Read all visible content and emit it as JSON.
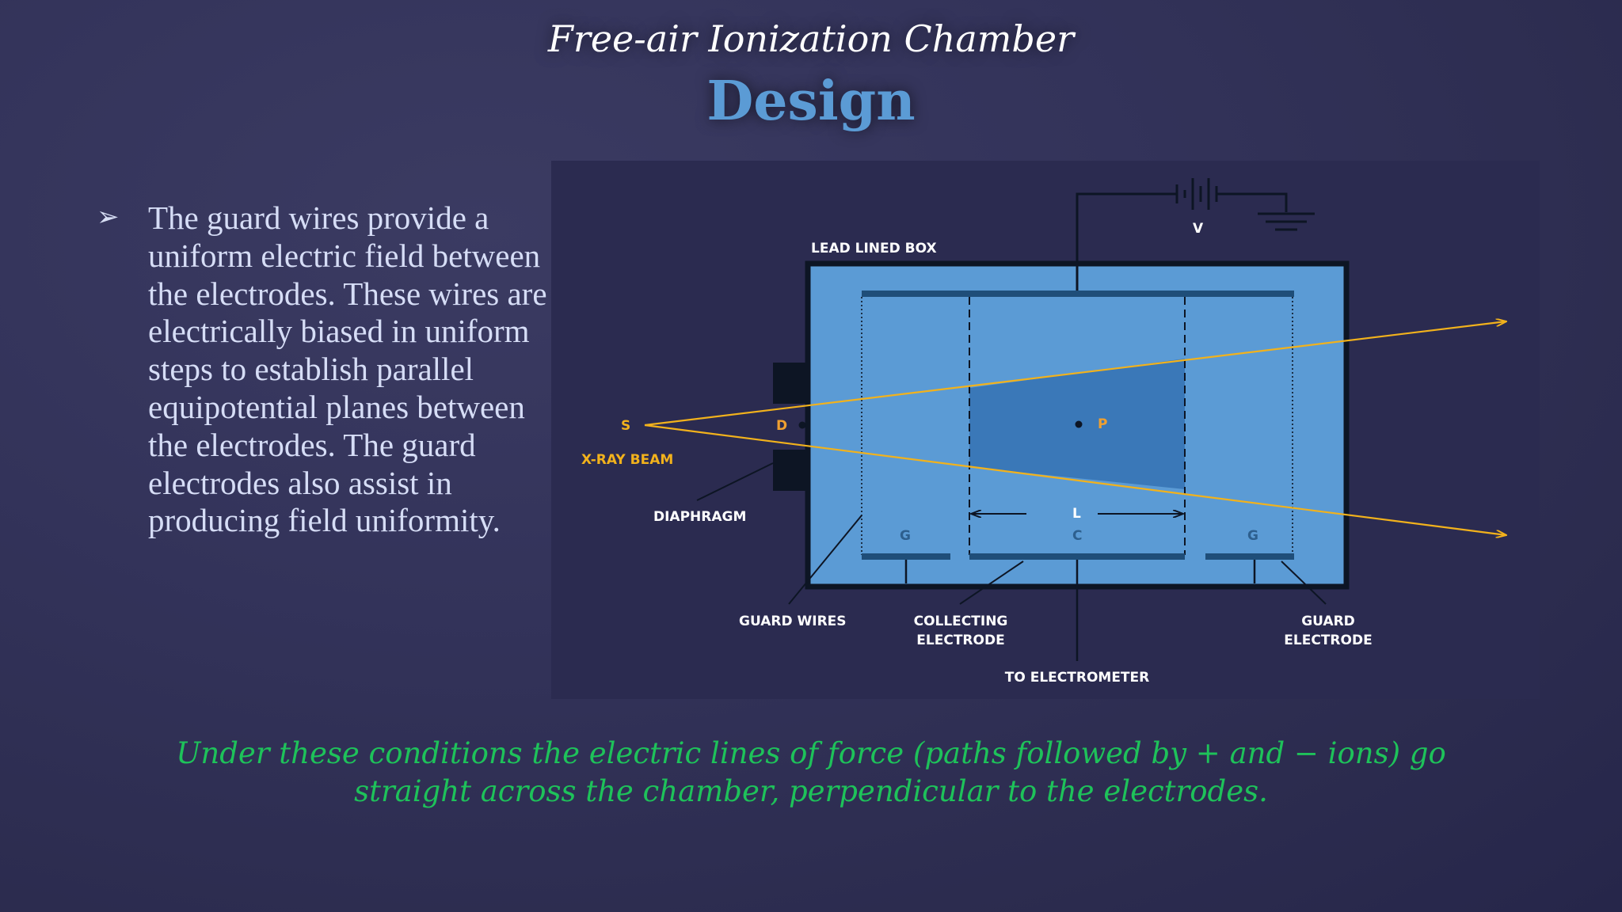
{
  "slide": {
    "title": "Free-air Ionization Chamber",
    "subtitle": "Design"
  },
  "bullet": {
    "marker": "➢",
    "text": "The guard wires provide a uniform electric field between the electrodes. These wires are electrically biased in uniform steps to establish parallel equipotential planes between the electrodes. The guard electrodes also assist in producing field uniformity."
  },
  "diagram": {
    "labels": {
      "voltage": "V",
      "lead_box": "LEAD LINED BOX",
      "source": "S",
      "xray_beam": "X-RAY BEAM",
      "diaphragm_point": "D",
      "point": "P",
      "diaphragm": "DIAPHRAGM",
      "length": "L",
      "guard_left": "G",
      "collector": "C",
      "guard_right": "G",
      "guard_wires": "GUARD WIRES",
      "collecting_1": "COLLECTING",
      "collecting_2": "ELECTRODE",
      "guard_electrode_1": "GUARD",
      "guard_electrode_2": "ELECTRODE",
      "electrometer": "TO ELECTROMETER"
    },
    "colors": {
      "chamber_fill": "#5b9bd5",
      "collecting_region": "#3a78b8",
      "beam": "#f2b21c",
      "box_border": "#0d1524"
    }
  },
  "conclusion": "Under these conditions the electric lines of force (paths followed by + and − ions) go straight across the chamber, perpendicular to the electrodes."
}
